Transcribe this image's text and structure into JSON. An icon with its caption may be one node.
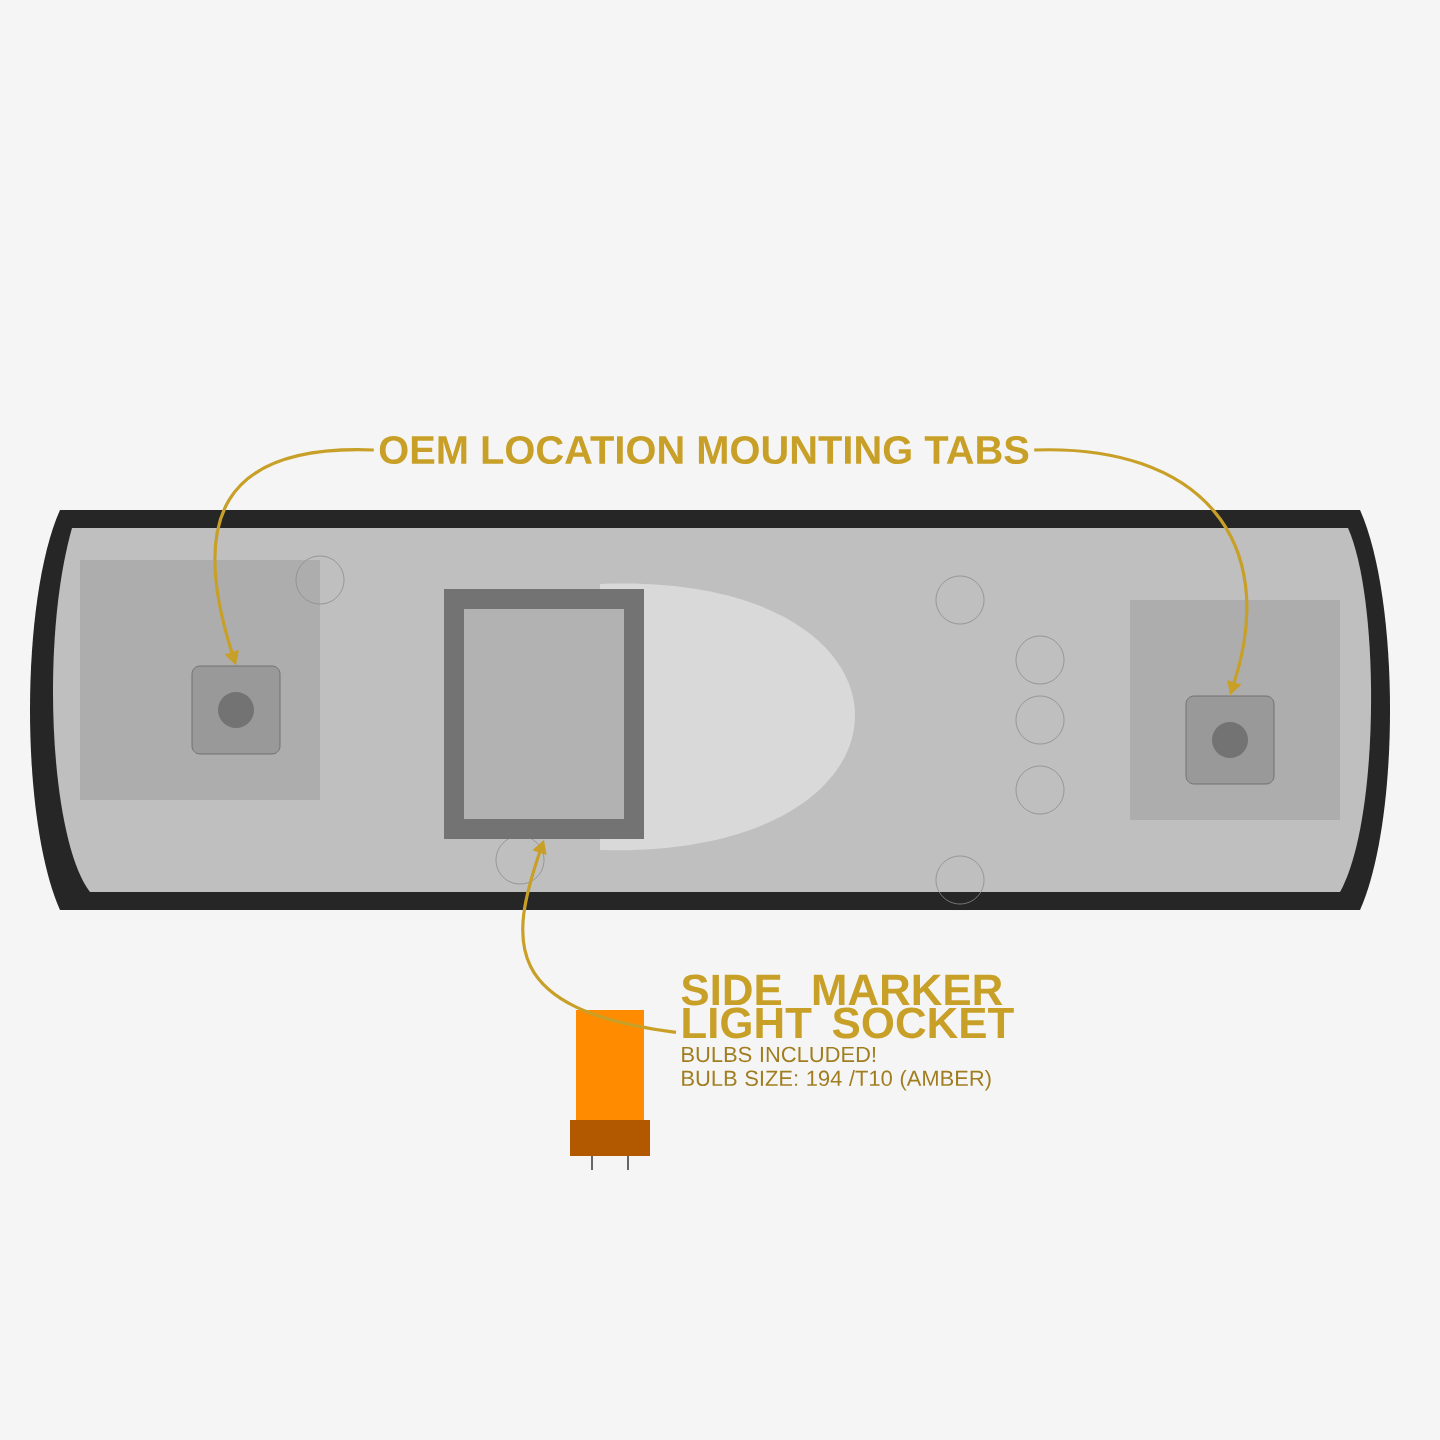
{
  "diagram": {
    "nodes": [
      {
        "text": [
          "OEM LOCATION MOUNTING TABS"
        ]
      },
      {
        "text": [],
        "shape": "picture"
      },
      {
        "text": [],
        "shape": "picture"
      },
      {
        "text": [],
        "shape": "picture"
      },
      {
        "text": [
          "SIDE MARKER LIGHT SOCKET",
          "BULBS INCLUDED!",
          "BULB SIZE: 194 /T10 (AMBER)"
        ]
      }
    ],
    "edges": [
      {
        "from": 0,
        "to": 1,
        "arrow": "to"
      },
      {
        "from": 0,
        "to": 3,
        "arrow": "to"
      },
      {
        "from": 4,
        "to": 2,
        "arrow": "to"
      }
    ]
  }
}
